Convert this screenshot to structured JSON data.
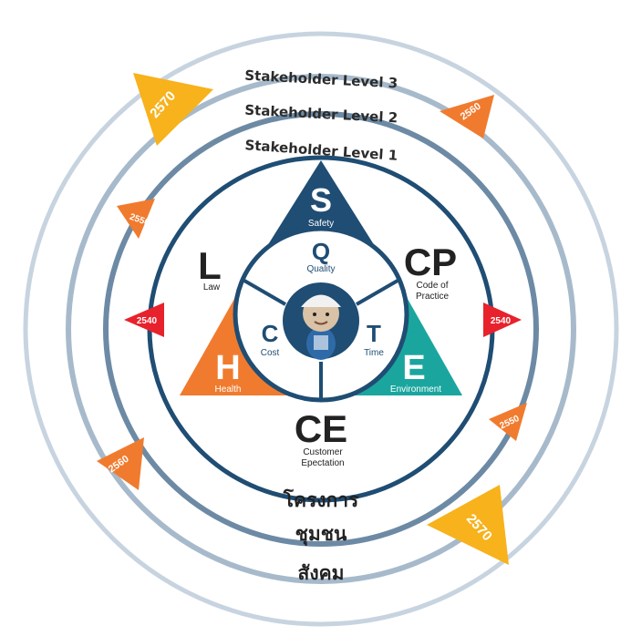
{
  "levels": {
    "level3": "Stakeholder Level 3",
    "level2": "Stakeholder Level 2",
    "level1": "Stakeholder Level 1"
  },
  "triangle": {
    "top": {
      "letter": "S",
      "label": "Safety",
      "color": "#1f4d73"
    },
    "left": {
      "letter": "H",
      "label": "Health",
      "color": "#f07b2e"
    },
    "right": {
      "letter": "E",
      "label": "Environment",
      "color": "#1aa69e"
    }
  },
  "inner": {
    "q": {
      "letter": "Q",
      "label": "Quality"
    },
    "c": {
      "letter": "C",
      "label": "Cost"
    },
    "t": {
      "letter": "T",
      "label": "Time"
    }
  },
  "outer": {
    "l": {
      "letter": "L",
      "label": "Law"
    },
    "cp": {
      "letter": "CP",
      "label1": "Code of",
      "label2": "Practice"
    },
    "ce": {
      "letter": "CE",
      "label1": "Customer",
      "label2": "Epectation"
    }
  },
  "rings": {
    "ring1": "โครงการ",
    "ring2": "ชุมชน",
    "ring3": "สังคม"
  },
  "flags": {
    "f2540_left": "2540",
    "f2540_right": "2540",
    "f2550_left": "2550",
    "f2550_right": "2550",
    "f2560_top": "2560",
    "f2560_bottom": "2560",
    "f2570_top": "2570",
    "f2570_bottom": "2570"
  },
  "colors": {
    "navy": "#1f4d73",
    "ring_outer": "#b9c9d8",
    "ring_mid": "#8ca4bb",
    "red": "#e8222c",
    "orange": "#f07b2e",
    "yellow": "#f7b21c"
  },
  "mascot": {
    "icon": "worker-mascot-icon"
  }
}
